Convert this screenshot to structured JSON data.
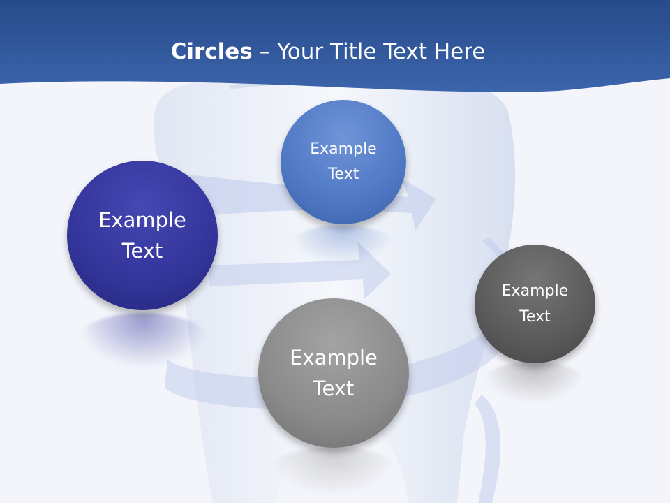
{
  "header": {
    "title_bold": "Circles",
    "title_rest": " – Your Title Text Here"
  },
  "circles": [
    {
      "id": "dark-blue",
      "label": "Example\nText",
      "color": "#33359a"
    },
    {
      "id": "light-blue",
      "label": "Example\nText",
      "color": "#4f78c4"
    },
    {
      "id": "dark-gray",
      "label": "Example\nText",
      "color": "#5a5a5a"
    },
    {
      "id": "medium-gray",
      "label": "Example\nText",
      "color": "#8a8a8a"
    }
  ],
  "colors": {
    "banner": "#2f5595",
    "background": "#f3f5fb",
    "arrow": "#c2cdec"
  },
  "background_art": {
    "icon": "tooth-icon"
  }
}
